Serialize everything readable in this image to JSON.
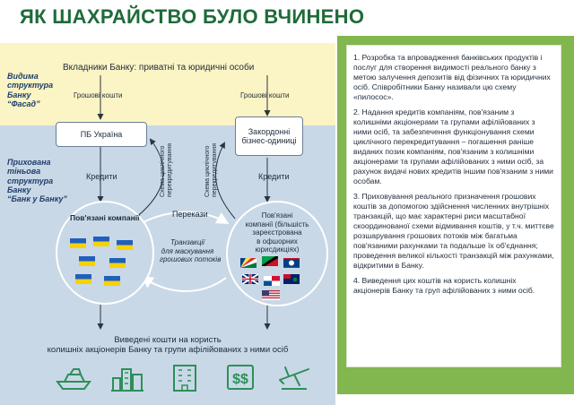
{
  "title": "ЯК ШАХРАЙСТВО БУЛО ВЧИНЕНО",
  "diagram": {
    "visible_label": [
      "Видима",
      "структура",
      "Банку",
      "“Фасад”"
    ],
    "hidden_label": [
      "Прихована",
      "тіньова",
      "структура",
      "Банку",
      "“Банк у Банку”"
    ],
    "depositors": "Вкладники Банку: приватні та юридичні особи",
    "cash_left": "Грошові кошти",
    "cash_right": "Грошові кошти",
    "pb_ukraine": "ПБ Україна",
    "offshore_units": [
      "Закордонні",
      "бізнес-одиниці"
    ],
    "credits_left": "Кредити",
    "credits_right": "Кредити",
    "scheme_left": [
      "Схема циклічного",
      "перекредитування"
    ],
    "scheme_right": [
      "Схема циклічного",
      "перекредитування"
    ],
    "related_left": "Пов'язані компанії",
    "related_right": [
      "Пов'язані",
      "компанії (більшість",
      "зареєстрована",
      "в офшорних юрисдикціях)"
    ],
    "transfers": "Перекази",
    "transactions": [
      "Транзакції",
      "для маскування",
      "грошових потоків"
    ],
    "withdrawn": [
      "Виведені кошти на користь",
      "колишніх акціонерів Банку та групи афілійованих з ними осіб"
    ]
  },
  "steps": [
    "1. Розробка та впровадження банківських продуктів і послуг для створення видимості реального банку з метою залучення депозитів від фізичних та юридичних осіб. Співробітники Банку називали цю схему «пилосос».",
    "2. Надання кредитів компаніям, пов'язаним з колишніми акціонерами та групами афілійованих з ними осіб, та забезпечення функціонування схеми циклічного перекредитування – погашення раніше виданих позик компаніям, пов'язаним з колишніми акціонерами та групами афілійованих з ними осіб, за рахунок видачі нових кредитів іншим пов'язаним з ними особам.",
    "3. Приховування реального призначення грошових коштів за допомогою здійснення численних внутрішніх транзакцій, що має характерні риси масштабної скоординованої схеми відмивання коштів, у т.ч. миттєве розшарування грошових потоків між багатьма пов'язаними рахунками та подальше їх об'єднання; проведення великої кількості транзакцій між рахунками, відкритими в Банку.",
    "4. Виведення цих коштів на користь колишніх акціонерів Банку та груп афілійованих з ними осіб."
  ],
  "icons": [
    "yacht-icon",
    "city-icon",
    "building-icon",
    "document-dollar-icon",
    "airplane-icon"
  ],
  "colors": {
    "title": "#1f6b3a",
    "panel": "#82b64e",
    "top_band": "#fbf4c4",
    "bottom_band": "#c9d8e6"
  }
}
